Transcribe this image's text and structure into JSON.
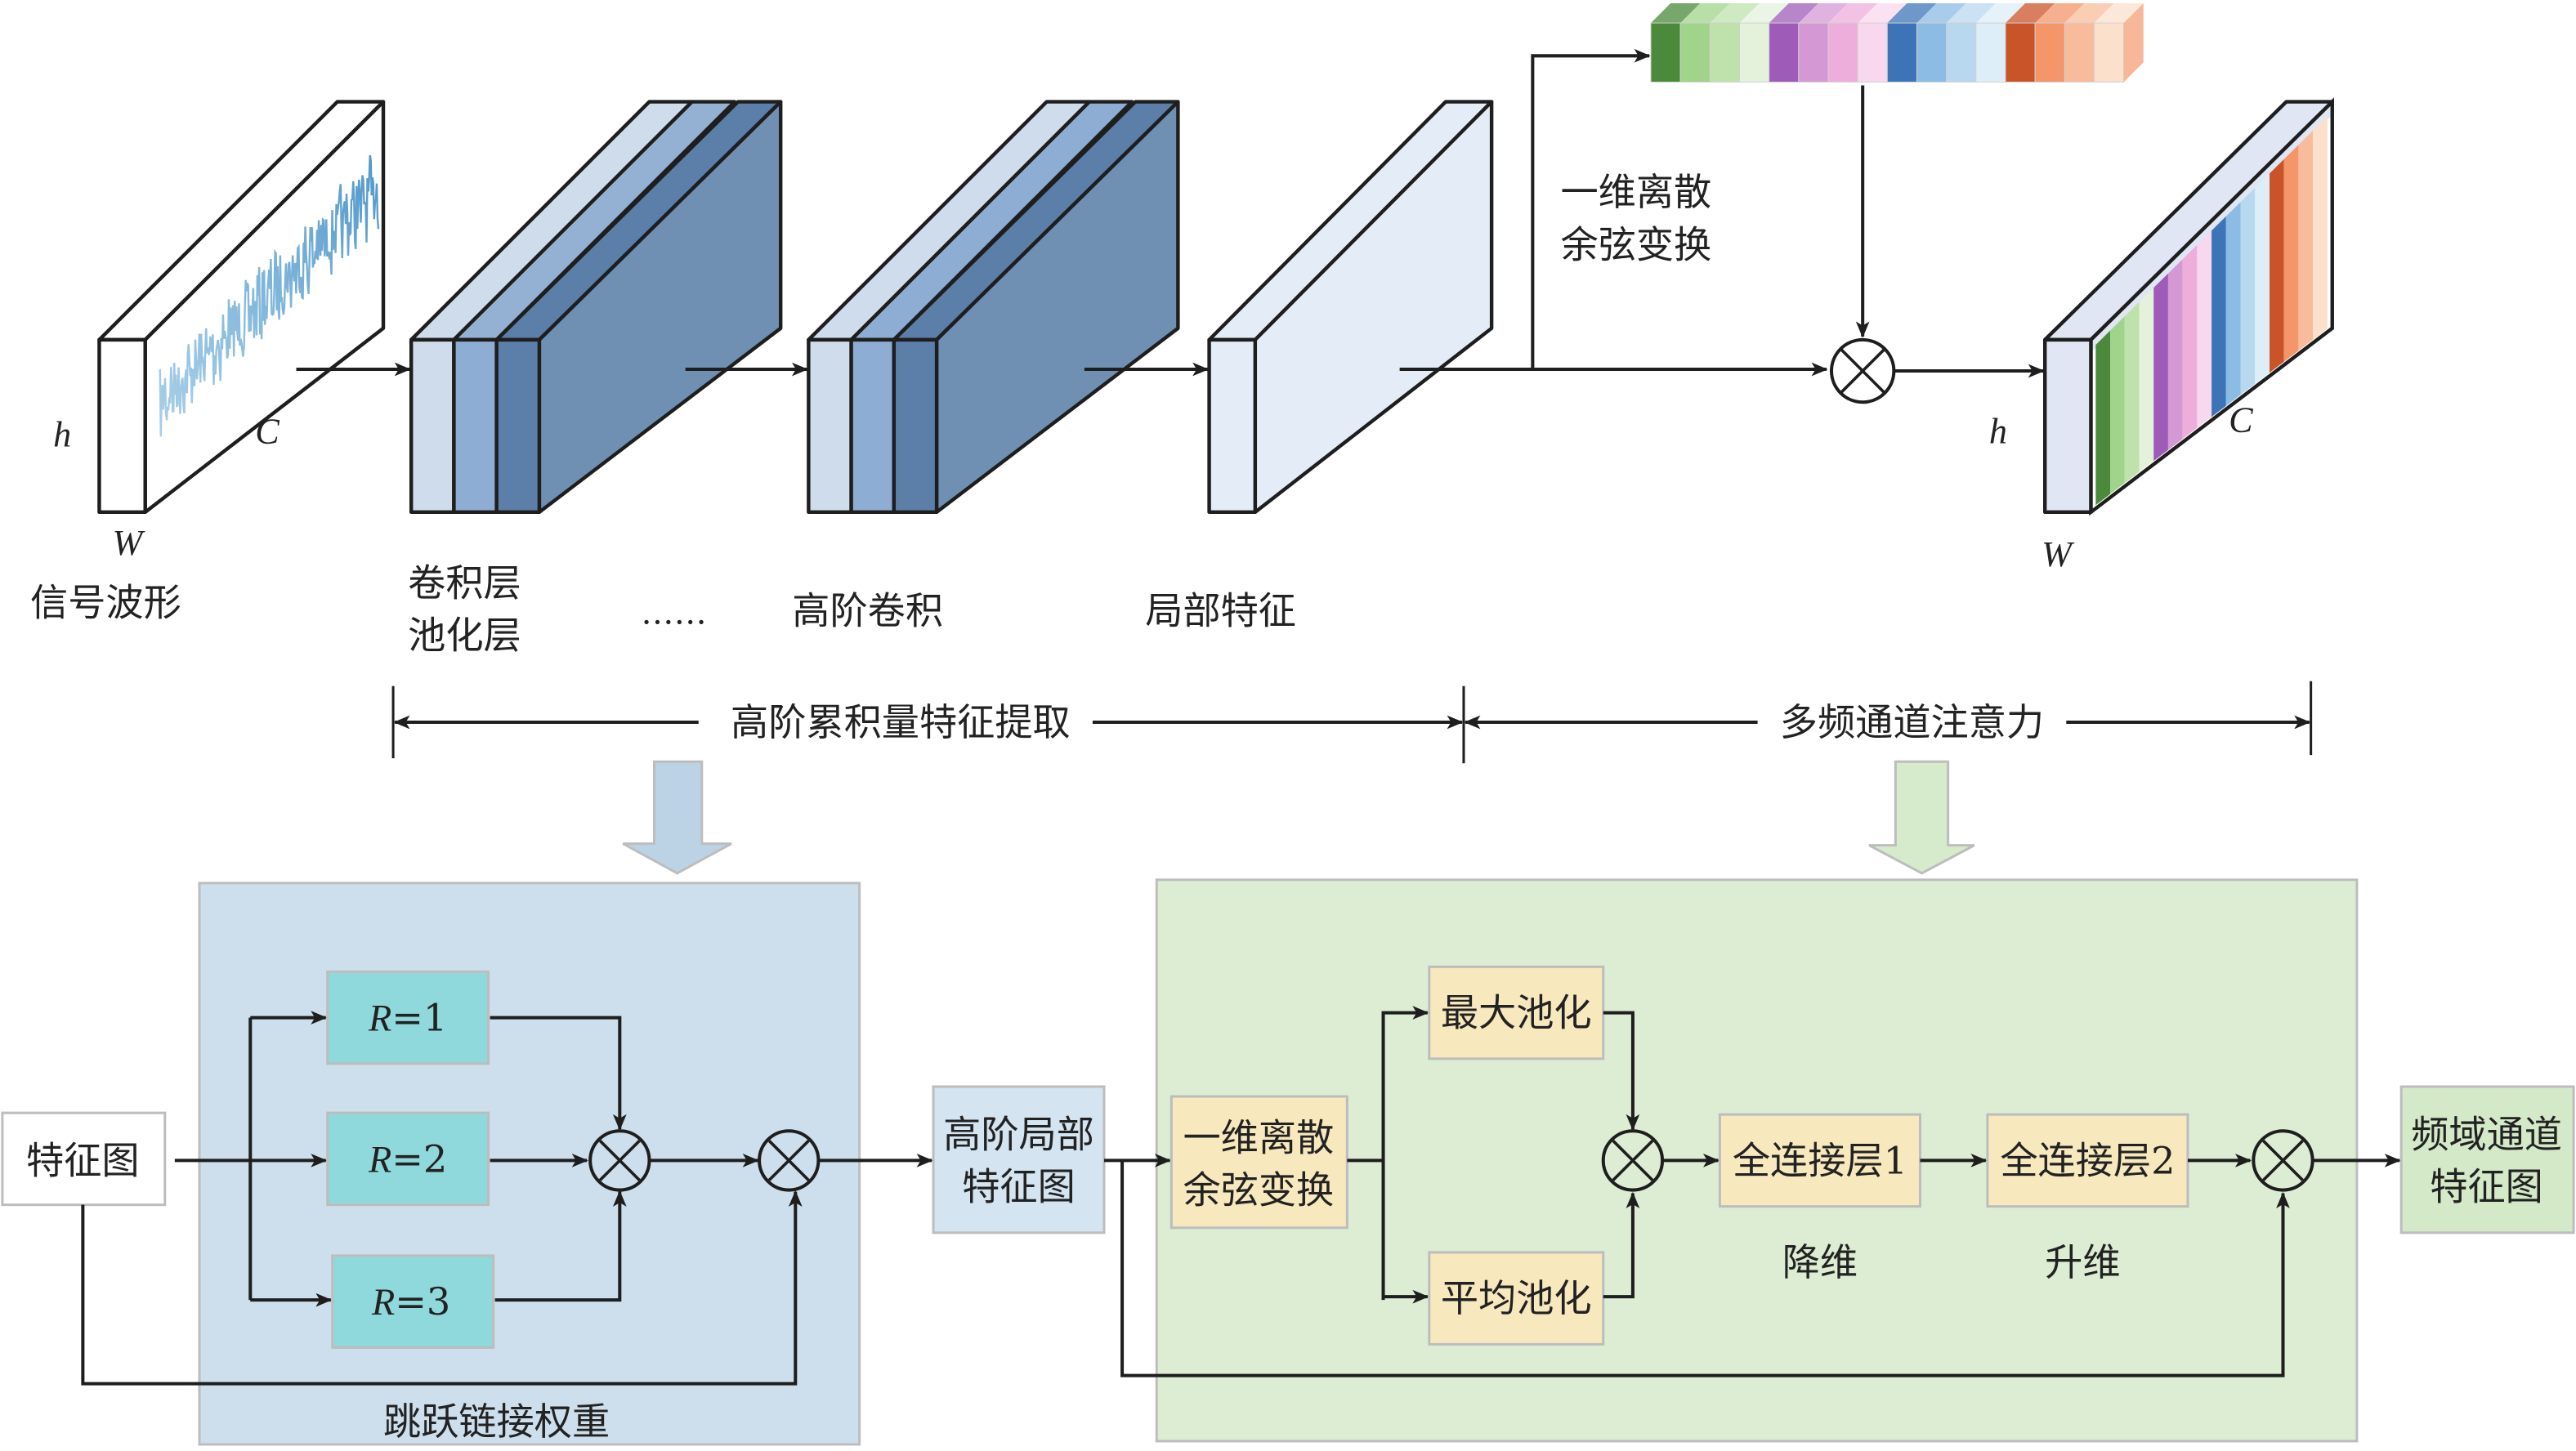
{
  "top": {
    "signal_label": "信号波形",
    "dim_h": "h",
    "dim_w": "W",
    "dim_c": "C",
    "conv_label_line1": "卷积层",
    "conv_label_line2": "池化层",
    "ellipsis": "……",
    "high_order_conv_label": "高阶卷积",
    "local_feature_label": "局部特征",
    "dct_label_line1": "一维离散",
    "dct_label_line2": "余弦变换"
  },
  "ranges": {
    "left_label": "高阶累积量特征提取",
    "right_label": "多频通道注意力"
  },
  "left_module": {
    "caption": "跳跃链接权重",
    "input_label": "特征图",
    "branches": [
      {
        "var": "R",
        "value": "=1"
      },
      {
        "var": "R",
        "value": "=2"
      },
      {
        "var": "R",
        "value": "=3"
      }
    ]
  },
  "middle_node": {
    "line1": "高阶局部",
    "line2": "特征图"
  },
  "right_module": {
    "dct_line1": "一维离散",
    "dct_line2": "余弦变换",
    "max_pool": "最大池化",
    "avg_pool": "平均池化",
    "fc1": "全连接层1",
    "fc2": "全连接层2",
    "fc1_note": "降维",
    "fc2_note": "升维"
  },
  "output_node": {
    "line1": "频域通道",
    "line2": "特征图"
  },
  "colors": {
    "blue_panel": "#cddfec",
    "green_panel": "#dcedd3",
    "branch_box": "#8fd8dc",
    "op_box": "#f8e8bd",
    "mid_box": "#d4e4f0",
    "out_box": "#d4e9c8",
    "channel_palette": [
      "#4a8a3a",
      "#9fd48a",
      "#bfe2ad",
      "#e4f2dc",
      "#9e5cb8",
      "#d498d4",
      "#eeaedc",
      "#f8d8ee",
      "#3d74b8",
      "#8cbbe4",
      "#b8d8f0",
      "#deeef8",
      "#c9542a",
      "#f4956a",
      "#f8bc9c",
      "#fbe0cc"
    ]
  }
}
